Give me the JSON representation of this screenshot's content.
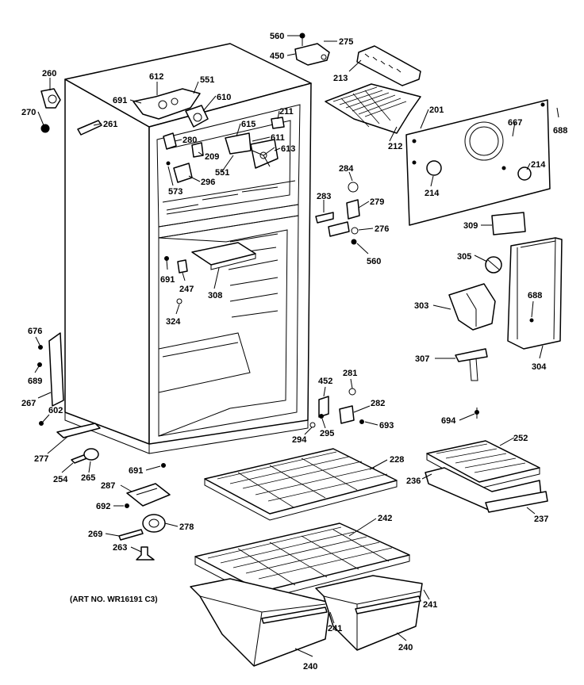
{
  "caption": "(ART NO. WR16191 C3)",
  "callouts": [
    {
      "id": "c560a",
      "text": "560"
    },
    {
      "id": "c275",
      "text": "275"
    },
    {
      "id": "c450",
      "text": "450"
    },
    {
      "id": "c213",
      "text": "213"
    },
    {
      "id": "c260",
      "text": "260"
    },
    {
      "id": "c270",
      "text": "270"
    },
    {
      "id": "c261",
      "text": "261"
    },
    {
      "id": "c612",
      "text": "612"
    },
    {
      "id": "c551a",
      "text": "551"
    },
    {
      "id": "c691a",
      "text": "691"
    },
    {
      "id": "c610",
      "text": "610"
    },
    {
      "id": "c211",
      "text": "211"
    },
    {
      "id": "c615",
      "text": "615"
    },
    {
      "id": "c280",
      "text": "280"
    },
    {
      "id": "c209",
      "text": "209"
    },
    {
      "id": "c611",
      "text": "611"
    },
    {
      "id": "c613",
      "text": "613"
    },
    {
      "id": "c551b",
      "text": "551"
    },
    {
      "id": "c573",
      "text": "573"
    },
    {
      "id": "c296",
      "text": "296"
    },
    {
      "id": "c212",
      "text": "212"
    },
    {
      "id": "c201",
      "text": "201"
    },
    {
      "id": "c667",
      "text": "667"
    },
    {
      "id": "c688a",
      "text": "688"
    },
    {
      "id": "c284",
      "text": "284"
    },
    {
      "id": "c214a",
      "text": "214"
    },
    {
      "id": "c214b",
      "text": "214"
    },
    {
      "id": "c283",
      "text": "283"
    },
    {
      "id": "c279",
      "text": "279"
    },
    {
      "id": "c276",
      "text": "276"
    },
    {
      "id": "c560b",
      "text": "560"
    },
    {
      "id": "c309",
      "text": "309"
    },
    {
      "id": "c305",
      "text": "305"
    },
    {
      "id": "c691b",
      "text": "691"
    },
    {
      "id": "c247",
      "text": "247"
    },
    {
      "id": "c308",
      "text": "308"
    },
    {
      "id": "c324",
      "text": "324"
    },
    {
      "id": "c303",
      "text": "303"
    },
    {
      "id": "c688b",
      "text": "688"
    },
    {
      "id": "c676",
      "text": "676"
    },
    {
      "id": "c689",
      "text": "689"
    },
    {
      "id": "c307",
      "text": "307"
    },
    {
      "id": "c304",
      "text": "304"
    },
    {
      "id": "c267",
      "text": "267"
    },
    {
      "id": "c602",
      "text": "602"
    },
    {
      "id": "c452",
      "text": "452"
    },
    {
      "id": "c281",
      "text": "281"
    },
    {
      "id": "c282",
      "text": "282"
    },
    {
      "id": "c693",
      "text": "693"
    },
    {
      "id": "c294",
      "text": "294"
    },
    {
      "id": "c295",
      "text": "295"
    },
    {
      "id": "c694",
      "text": "694"
    },
    {
      "id": "c277",
      "text": "277"
    },
    {
      "id": "c254",
      "text": "254"
    },
    {
      "id": "c265",
      "text": "265"
    },
    {
      "id": "c691c",
      "text": "691"
    },
    {
      "id": "c228",
      "text": "228"
    },
    {
      "id": "c252",
      "text": "252"
    },
    {
      "id": "c236",
      "text": "236"
    },
    {
      "id": "c287",
      "text": "287"
    },
    {
      "id": "c237",
      "text": "237"
    },
    {
      "id": "c692",
      "text": "692"
    },
    {
      "id": "c278",
      "text": "278"
    },
    {
      "id": "c269",
      "text": "269"
    },
    {
      "id": "c242",
      "text": "242"
    },
    {
      "id": "c263",
      "text": "263"
    },
    {
      "id": "c241a",
      "text": "241"
    },
    {
      "id": "c241b",
      "text": "241"
    },
    {
      "id": "c240a",
      "text": "240"
    },
    {
      "id": "c240b",
      "text": "240"
    }
  ]
}
